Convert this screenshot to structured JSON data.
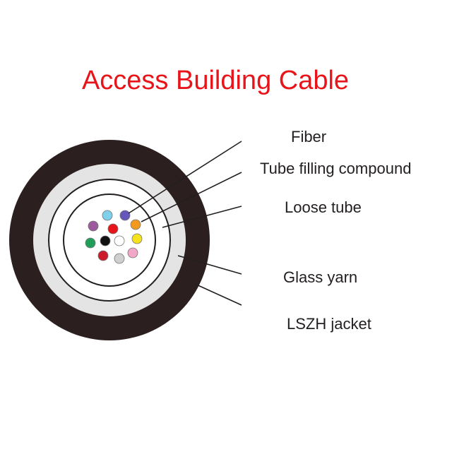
{
  "title": "Access Building Cable",
  "labels": {
    "fiber": "Fiber",
    "filling": "Tube filling compound",
    "loose_tube": "Loose tube",
    "glass_yarn": "Glass yarn",
    "jacket": "LSZH jacket"
  },
  "colors": {
    "title": "#e8141a",
    "jacket": "#2b1f1f",
    "glass_yarn": "#e4e4e4",
    "line": "#231f20",
    "fibers": [
      "#7fd0ea",
      "#6655bb",
      "#9c5a9c",
      "#e8141a",
      "#f39a1e",
      "#1f9e5a",
      "#111111",
      "#ffffff",
      "#f3e21c",
      "#cc1a2a",
      "#cfcfcf",
      "#f2a6c8"
    ]
  }
}
